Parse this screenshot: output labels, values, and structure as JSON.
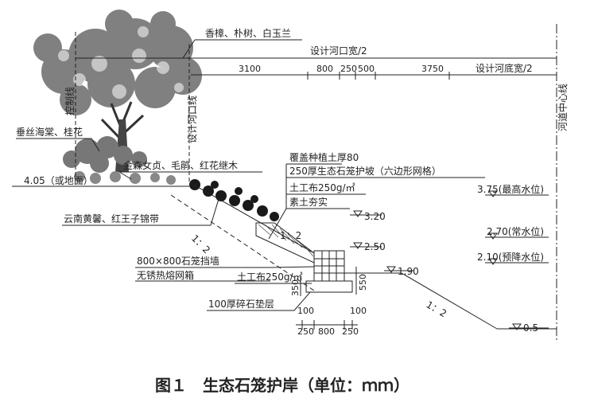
{
  "diagram": {
    "plants_top": "香樟、朴树、白玉兰",
    "design_river_top_half": "设计河口宽/2",
    "dim_3100": "3100",
    "dim_800_top": "800",
    "dim_250_top": "250",
    "dim_500": "500",
    "dim_3750": "3750",
    "design_river_bottom_half": "设计河底宽/2",
    "control_line": "控制线",
    "design_river_edge_line": "设计河口线",
    "river_center_line": "河道中心线",
    "plants_shrubs": "垂丝海棠、桂花",
    "plants_ground_cover": "金森女贞、毛鹃、红花继木",
    "elevation_ground": "4.05（或地面）",
    "plants_slope": "云南黄馨、红王子锦带",
    "cover_soil": "覆盖种植土厚80",
    "gabion_slope": "250厚生态石笼护坡（六边形网格）",
    "geotextile_top": "土工布250g/㎡",
    "rammed_soil": "素土夯实",
    "elevation_320": "3.20",
    "elevation_250": "2.50",
    "elevation_190": "1.90",
    "elevation_050": "0.5",
    "water_high": "3.75(最高水位)",
    "water_normal": "2.70(常水位)",
    "water_lowered": "2.10(预降水位)",
    "slope_ratio": "1：2",
    "retaining_wall": "800×800石笼挡墙",
    "mesh_box": "无锈热熔网箱",
    "geotextile_bottom": "土工布250g/㎡",
    "gravel_bed": "100厚碎石垫层",
    "dim_350": "350",
    "dim_550": "550",
    "dim_100_left": "100",
    "dim_100_right": "100",
    "dim_250_bottom_left": "250",
    "dim_800_bottom": "800",
    "dim_250_bottom_right": "250"
  },
  "caption": "图１　生态石笼护岸（单位：ｍｍ）",
  "colors": {
    "line": "#222222",
    "foliage": "#555555",
    "dark_foliage": "#1a1a1a"
  }
}
